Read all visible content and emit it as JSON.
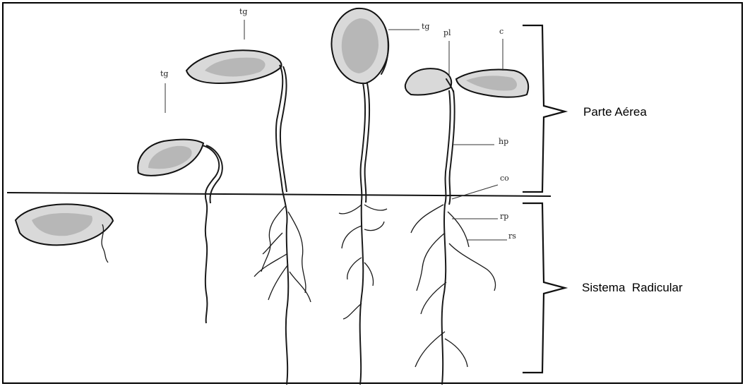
{
  "labels": {
    "tg": "tg",
    "pl": "pl",
    "c": "c",
    "hp": "hp",
    "co": "co",
    "rp": "rp",
    "rs": "rs"
  },
  "regions": {
    "aerial": "Parte Aérea",
    "root": "Sistema  Radicular"
  }
}
